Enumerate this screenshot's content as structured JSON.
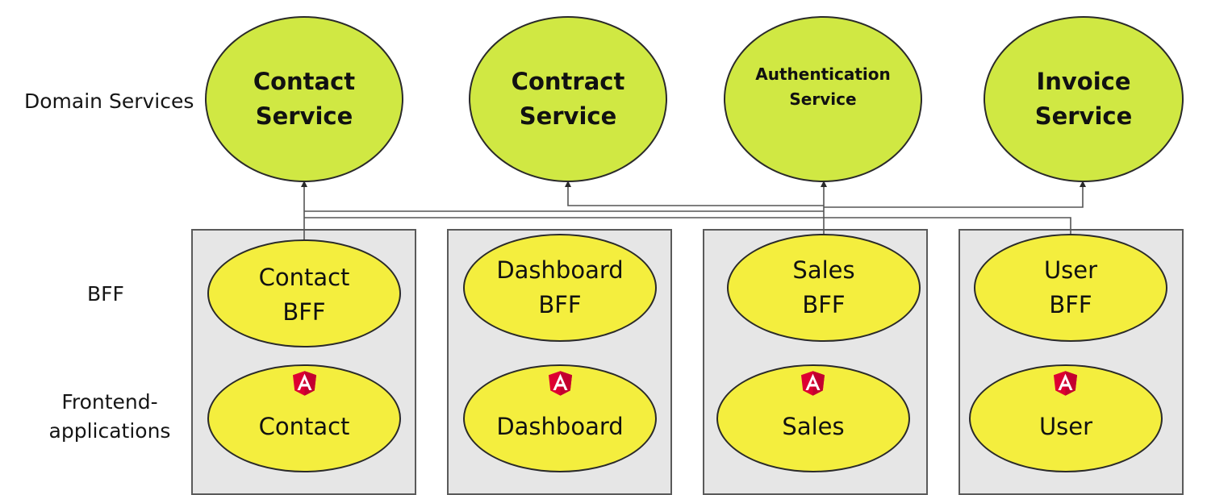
{
  "row_labels": {
    "domain_services": "Domain Services",
    "bff": "BFF",
    "frontend_line1": "Frontend-",
    "frontend_line2": "applications"
  },
  "domain_services": [
    {
      "line1": "Contact",
      "line2": "Service"
    },
    {
      "line1": "Contract",
      "line2": "Service"
    },
    {
      "line1": "Authentication",
      "line2": "Service"
    },
    {
      "line1": "Invoice",
      "line2": "Service"
    }
  ],
  "bffs": [
    {
      "line1": "Contact",
      "line2": "BFF"
    },
    {
      "line1": "Dashboard",
      "line2": "BFF"
    },
    {
      "line1": "Sales",
      "line2": "BFF"
    },
    {
      "line1": "User",
      "line2": "BFF"
    }
  ],
  "frontends": [
    {
      "label": "Contact",
      "icon": "angular-icon"
    },
    {
      "label": "Dashboard",
      "icon": "angular-icon"
    },
    {
      "label": "Sales",
      "icon": "angular-icon"
    },
    {
      "label": "User",
      "icon": "angular-icon"
    }
  ],
  "colors": {
    "domain_fill": "#d0e843",
    "app_fill": "#f4ee3e",
    "container_fill": "#e6e6e6",
    "angular_red": "#dd0031"
  }
}
